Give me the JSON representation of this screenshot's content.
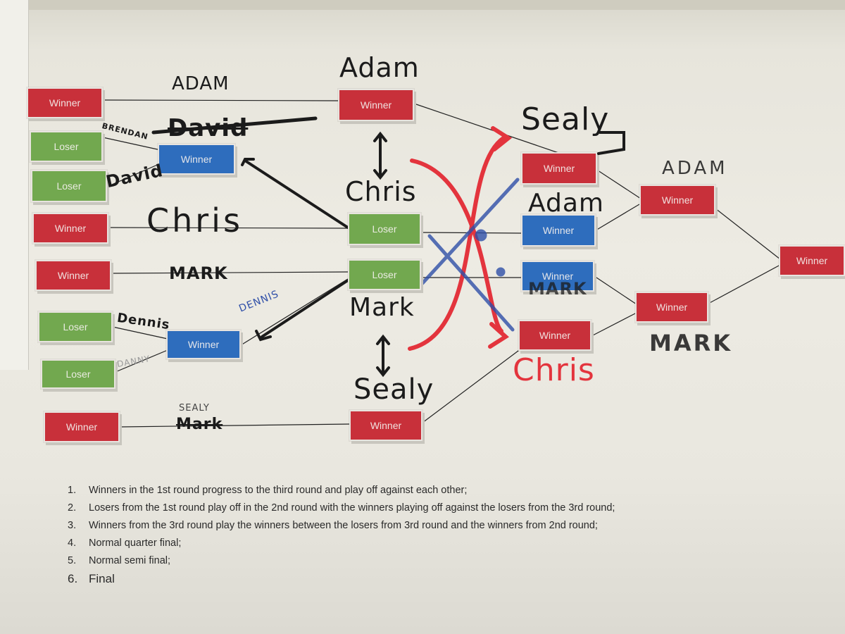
{
  "box_labels": {
    "winner": "Winner",
    "loser": "Loser"
  },
  "colors": {
    "winner_red": "#c8303a",
    "loser_green": "#72a84f",
    "winner_blue": "#2e6dbd",
    "marker_red": "#e3343d",
    "marker_blue": "#2f4fa8",
    "marker_black": "#1b1b1b"
  },
  "handwriting": {
    "r1_top": "ADAM",
    "r1_struck": "David",
    "brendan": "BRENDAN",
    "david": "David",
    "chris": "Chris",
    "mark": "MARK",
    "dennis_small": "DENNIS",
    "dennis": "Dennis",
    "danny": "DANNY",
    "sealy_small": "SEALY",
    "struck_name": "Mark",
    "adam": "Adam",
    "chris2": "Chris",
    "mark2": "Mark",
    "sealy": "Sealy",
    "sealy_qf": "Sealy",
    "adam_qf": "Adam",
    "mark_qf": "MARK",
    "chris_qf": "Chris",
    "adam_sf": "ADAM",
    "mark_sf": "MARK"
  },
  "notes": [
    {
      "num": "1.",
      "text": "Winners in the 1st round progress to the third round and play off against each other;"
    },
    {
      "num": "2.",
      "text": "Losers from the  1st round play off in the 2nd round with the winners playing off against the losers from the 3rd round;"
    },
    {
      "num": "3.",
      "text": "Winners from the 3rd round play the winners   between the losers from 3rd round and the winners from 2nd round;"
    },
    {
      "num": "4.",
      "text": "Normal quarter final;"
    },
    {
      "num": "5.",
      "text": "Normal  semi final;"
    },
    {
      "num": "6.",
      "text": "Final"
    }
  ]
}
